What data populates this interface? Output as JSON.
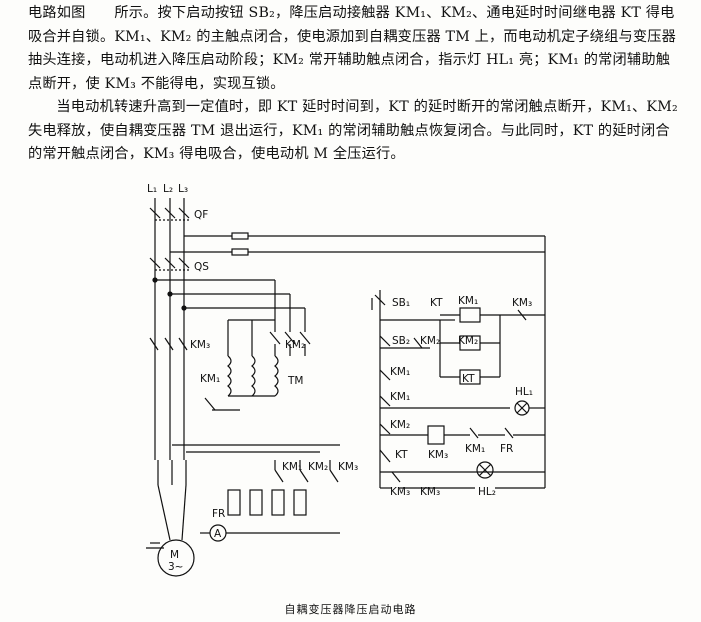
{
  "text": {
    "paragraph1": "电路如图　　所示。按下启动按钮 SB₂，降压启动接触器 KM₁、KM₂、通电延时时间继电器 KT 得电吸合并自锁。KM₁、KM₂ 的主触点闭合，使电源加到自耦变压器 TM 上，而电动机定子绕组与变压器抽头连接，电动机进入降压启动阶段；KM₂ 常开辅助触点闭合，指示灯 HL₁ 亮；KM₁ 的常闭辅助触点断开，使 KM₃ 不能得电，实现互锁。",
    "paragraph2": "当电动机转速升高到一定值时，即 KT 延时时间到，KT 的延时断开的常闭触点断开，KM₁、KM₂ 失电释放，使自耦变压器 TM 退出运行，KM₁ 的常闭辅助触点恢复闭合。与此同时，KT 的延时闭合的常开触点闭合，KM₃ 得电吸合，使电动机 M 全压运行。",
    "caption": "自耦变压器降压启动电路"
  },
  "diagram_labels": {
    "L1": "L₁",
    "L2": "L₂",
    "L3": "L₃",
    "QF": "QF",
    "QS": "QS",
    "KM3_main": "KM₃",
    "KM2_main": "KM₂",
    "KM1_main": "KM₁",
    "TM": "TM",
    "FR_main": "FR",
    "KM1_aux": "KM₁",
    "KM2_aux": "KM₂",
    "KM3_aux": "KM₃",
    "ammeter": "A",
    "motor": "M",
    "motor_phase": "3~",
    "SB1": "SB₁",
    "SB2": "SB₂",
    "KT_top": "KT",
    "KM2_hold": "KM₂",
    "KM1_coil": "KM₁",
    "KM2_coil": "KM₂",
    "KT_coil": "KT",
    "KM3_nc": "KM₃",
    "KM1_c1": "KM₁",
    "KM1_c2": "KM₁",
    "HL1": "HL₁",
    "KM2_c": "KM₂",
    "KM3_coil": "KM₃",
    "KM1_c3": "KM₁",
    "FR_ctrl": "FR",
    "KT_bottom": "KT",
    "KM3_bottom": "KM₃",
    "KM3_c2": "KM₃",
    "HL2": "HL₂"
  },
  "colors": {
    "ink": "#111111",
    "paper": "#fdfdfb"
  }
}
